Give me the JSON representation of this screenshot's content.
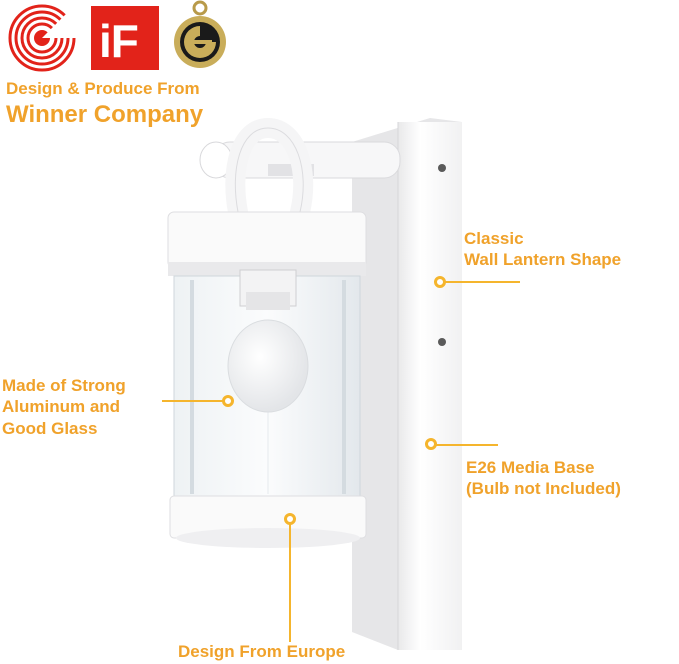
{
  "badges": {
    "reddot_icon": "red-dot-award-icon",
    "if_label": "iF",
    "medal_icon": "german-design-award-medal-icon"
  },
  "heading": {
    "line1": "Design & Produce From",
    "line2": "Winner Company"
  },
  "callouts": {
    "shape": {
      "line1": "Classic",
      "line2": "Wall Lantern Shape"
    },
    "material": {
      "line1": "Made of Strong",
      "line2": "Aluminum and",
      "line3": "Good Glass"
    },
    "base": {
      "line1": "E26 Media Base",
      "line2": "(Bulb not Included)"
    },
    "origin": {
      "line1": "Design From Europe"
    }
  },
  "colors": {
    "accent": "#f0a22b",
    "badge_red": "#e2231a",
    "medal_gold": "#b89a4a"
  }
}
